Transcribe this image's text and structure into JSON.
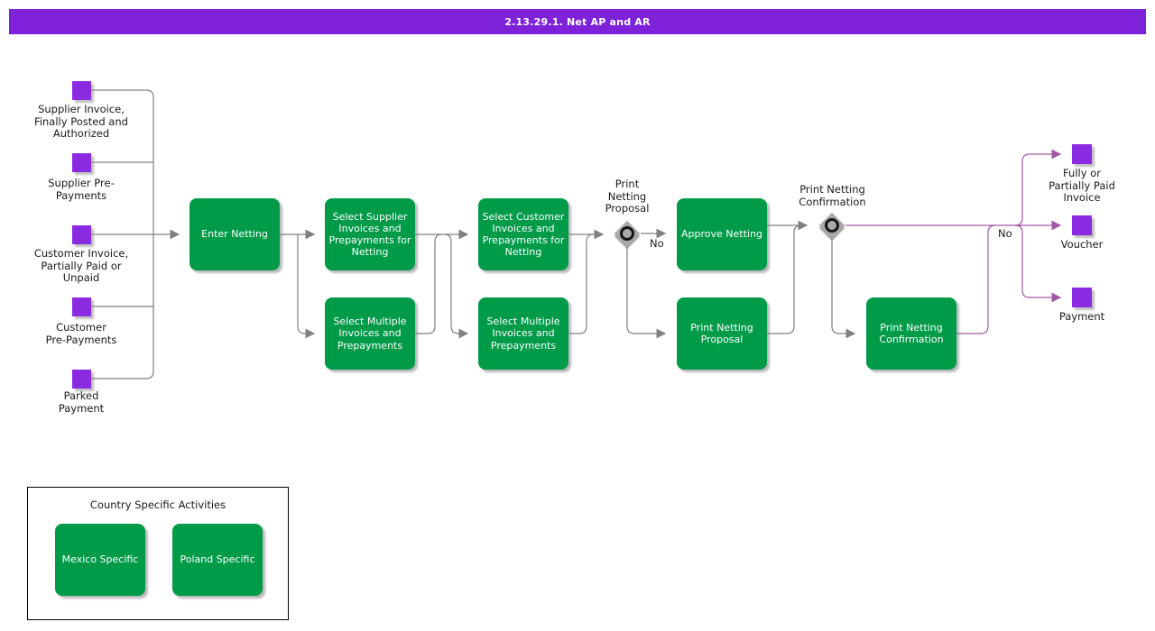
{
  "header": {
    "title": "2.13.29.1. Net AP and AR"
  },
  "colors": {
    "header_bg": "#7D22D9",
    "event_fill": "#8A2BE2",
    "activity_fill": "#009B48",
    "connector_gray": "#808080",
    "connector_purple": "#A05AA5",
    "gateway_fill": "#A9A9A9"
  },
  "inputs": [
    {
      "label": "Supplier Invoice,\nFinally Posted and\nAuthorized"
    },
    {
      "label": "Supplier Pre-\nPayments"
    },
    {
      "label": "Customer Invoice,\nPartially Paid or\nUnpaid"
    },
    {
      "label": "Customer\nPre-Payments"
    },
    {
      "label": "Parked\nPayment"
    }
  ],
  "activities": [
    {
      "label": "Enter Netting"
    },
    {
      "label": "Select Supplier Invoices and Prepayments for Netting"
    },
    {
      "label": "Select Multiple Invoices and Prepayments"
    },
    {
      "label": "Select Customer Invoices and Prepayments for Netting"
    },
    {
      "label": "Select Multiple Invoices and Prepayments"
    },
    {
      "label": "Approve Netting"
    },
    {
      "label": "Print Netting Proposal"
    },
    {
      "label": "Print Netting Confirmation"
    }
  ],
  "gateways": [
    {
      "label": "Print\nNetting\nProposal",
      "branch_label": "No"
    },
    {
      "label": "Print Netting\nConfirmation",
      "branch_label": "No"
    }
  ],
  "outputs": [
    {
      "label": "Fully or\nPartially Paid\nInvoice"
    },
    {
      "label": "Voucher"
    },
    {
      "label": "Payment"
    }
  ],
  "legend": {
    "title": "Country Specific Activities",
    "items": [
      {
        "label": "Mexico Specific"
      },
      {
        "label": "Poland Specific"
      }
    ]
  }
}
